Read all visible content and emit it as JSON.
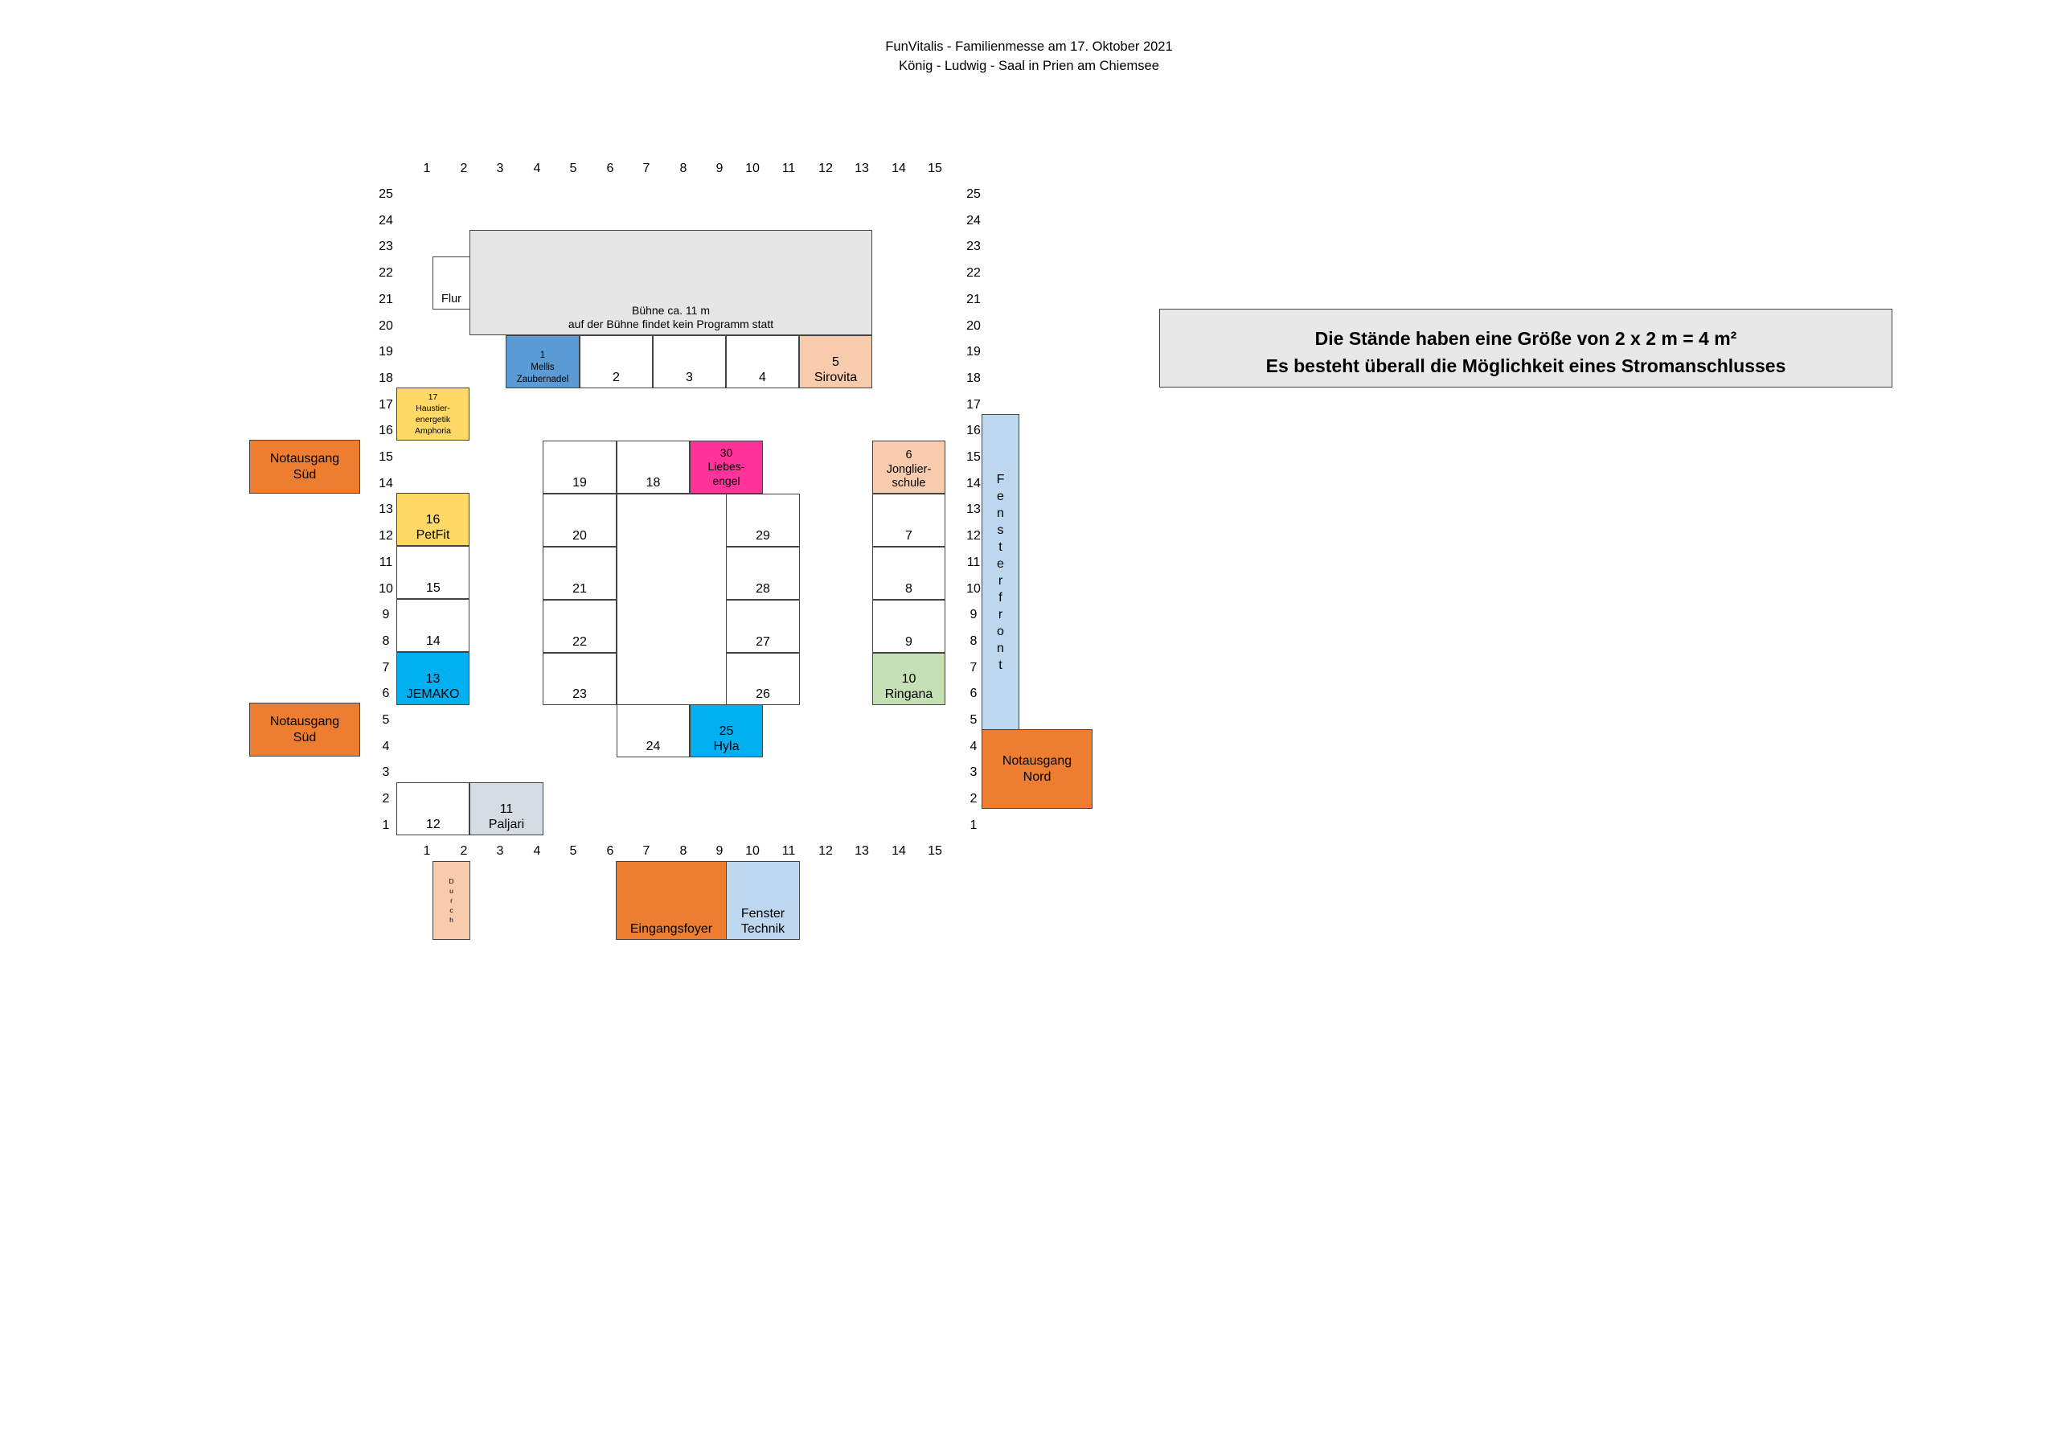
{
  "title": {
    "line1": "FunVitalis - Familienmesse am  17. Oktober 2021",
    "line2": "König - Ludwig - Saal in Prien am Chiemsee"
  },
  "info": {
    "line1": "Die Stände haben eine Größe von 2 x 2 m = 4 m²",
    "line2": "Es besteht überall die Möglichkeit eines Stromanschlusses"
  },
  "grid": {
    "col_labels": [
      "1",
      "2",
      "3",
      "4",
      "5",
      "6",
      "7",
      "8",
      "9",
      "10",
      "11",
      "12",
      "13",
      "14",
      "15"
    ],
    "row_labels": [
      "25",
      "24",
      "23",
      "22",
      "21",
      "20",
      "19",
      "18",
      "17",
      "16",
      "15",
      "14",
      "13",
      "12",
      "11",
      "10",
      "9",
      "8",
      "7",
      "6",
      "5",
      "4",
      "3",
      "2",
      "1"
    ]
  },
  "colors": {
    "stage": "#e6e6e6",
    "emergency_exit": "#ed7d31",
    "light_blue": "#bdd7ee",
    "mid_blue": "#5b9bd5",
    "cyan": "#00b0f0",
    "peach": "#f8cbad",
    "yellow": "#ffd966",
    "green": "#c5e0b4",
    "magenta": "#ff3399",
    "gray": "#d6dce4",
    "white": "#ffffff"
  },
  "stage": {
    "lines": [
      "Bühne ca. 11 m",
      "auf der Bühne findet kein Programm statt"
    ]
  },
  "flur": {
    "label": "Flur"
  },
  "booths": {
    "b1": [
      "1",
      "Mellis",
      "Zaubernadel"
    ],
    "b2": [
      "2"
    ],
    "b3": [
      "3"
    ],
    "b4": [
      "4"
    ],
    "b5": [
      "5",
      "Sirovita"
    ],
    "b6": [
      "6",
      "Jonglier-",
      "schule"
    ],
    "b7": [
      "7"
    ],
    "b8": [
      "8"
    ],
    "b9": [
      "9"
    ],
    "b10": [
      "10",
      "Ringana"
    ],
    "b11": [
      "11",
      "Paljari"
    ],
    "b12": [
      "12"
    ],
    "b13": [
      "13",
      "JEMAKO"
    ],
    "b14": [
      "14"
    ],
    "b15": [
      "15"
    ],
    "b16": [
      "16",
      "PetFit"
    ],
    "b17": [
      "17",
      "Haustier-",
      "energetik",
      "Amphoria"
    ],
    "b18": [
      "18"
    ],
    "b19": [
      "19"
    ],
    "b20": [
      "20"
    ],
    "b21": [
      "21"
    ],
    "b22": [
      "22"
    ],
    "b23": [
      "23"
    ],
    "b24": [
      "24"
    ],
    "b25": [
      "25",
      "Hyla"
    ],
    "b26": [
      "26"
    ],
    "b27": [
      "27"
    ],
    "b28": [
      "28"
    ],
    "b29": [
      "29"
    ],
    "b30": [
      "30",
      "Liebes-",
      "engel"
    ]
  },
  "exits": {
    "sued_top": [
      "Notausgang",
      "Süd"
    ],
    "sued_bottom": [
      "Notausgang",
      "Süd"
    ],
    "nord": [
      "Notausgang",
      "Nord"
    ]
  },
  "fensterfront": {
    "letters": [
      "F",
      "e",
      "n",
      "s",
      "t",
      "e",
      "r",
      "f",
      "r",
      "o",
      "n",
      "t"
    ]
  },
  "durchgang": {
    "letters": [
      "D",
      "u",
      "r",
      "c",
      "h"
    ]
  },
  "foyer": {
    "label": "Eingangsfoyer"
  },
  "fenster_technik": {
    "lines": [
      "Fenster",
      "Technik"
    ]
  }
}
